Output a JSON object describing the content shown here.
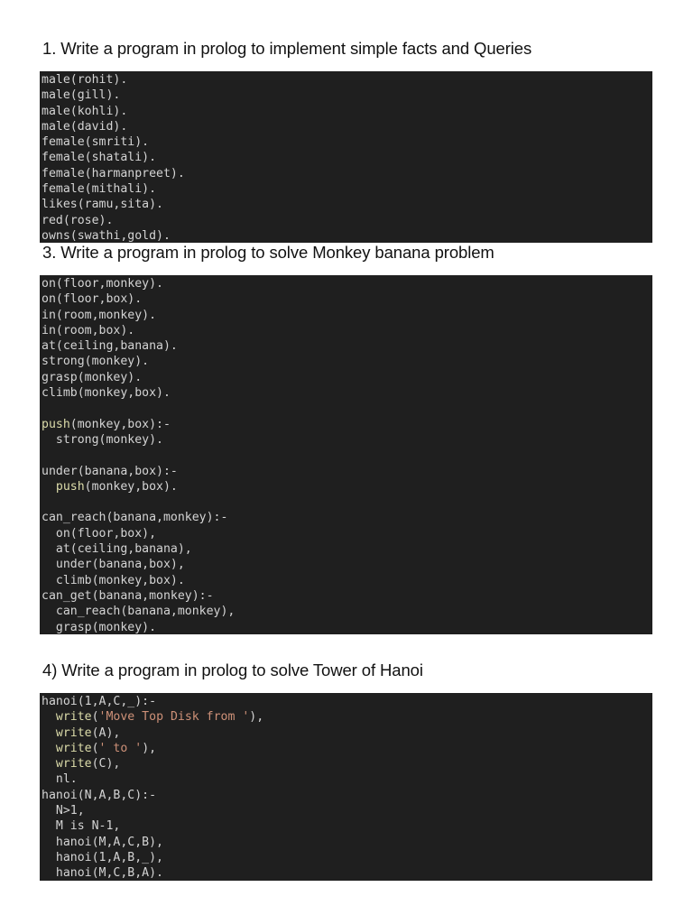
{
  "colors": {
    "code_background": "#1f1f1f",
    "code_text": "#d4d4d4",
    "builtin_function": "#dcdcaa",
    "string_literal": "#ce9178"
  },
  "sections": [
    {
      "heading": "1. Write a program in prolog to implement simple facts and Queries",
      "lines": [
        "male(rohit).",
        "male(gill).",
        "male(kohli).",
        "male(david).",
        "female(smriti).",
        "female(shatali).",
        "female(harmanpreet).",
        "female(mithali).",
        "likes(ramu,sita).",
        "red(rose).",
        "owns(swathi,gold)."
      ]
    },
    {
      "heading": "3. Write a program in prolog to solve Monkey banana problem",
      "lines": [
        "on(floor,monkey).",
        "on(floor,box).",
        "in(room,monkey).",
        "in(room,box).",
        "at(ceiling,banana).",
        "strong(monkey).",
        "grasp(monkey).",
        "climb(monkey,box).",
        "",
        "push(monkey,box):-",
        "  strong(monkey).",
        "",
        "under(banana,box):-",
        "  push(monkey,box).",
        "",
        "can_reach(banana,monkey):-",
        "  on(floor,box),",
        "  at(ceiling,banana),",
        "  under(banana,box),",
        "  climb(monkey,box).",
        "can_get(banana,monkey):-",
        "  can_reach(banana,monkey),",
        "  grasp(monkey)."
      ],
      "highlighted": {
        "line_9_fn": "push",
        "line_9_rest": "(monkey,box):-",
        "line_13_indent": "  ",
        "line_13_fn": "push",
        "line_13_rest": "(monkey,box)."
      }
    },
    {
      "heading": "4) Write a program in prolog to solve Tower of Hanoi",
      "lines": [
        "hanoi(1,A,C,_):-",
        "  write('Move Top Disk from '),",
        "  write(A),",
        "  write(' to '),",
        "  write(C),",
        "  nl.",
        "hanoi(N,A,B,C):-",
        "  N>1,",
        "  M is N-1,",
        "  hanoi(M,A,C,B),",
        "  hanoi(1,A,B,_),",
        "  hanoi(M,C,B,A)."
      ],
      "highlighted": {
        "indent": "  ",
        "write_fn": "write",
        "open_paren": "(",
        "str_move": "'Move Top Disk from '",
        "close_comma": "),",
        "arg_a": "(A),",
        "str_to": "' to '",
        "arg_c": "(C),"
      }
    }
  ]
}
